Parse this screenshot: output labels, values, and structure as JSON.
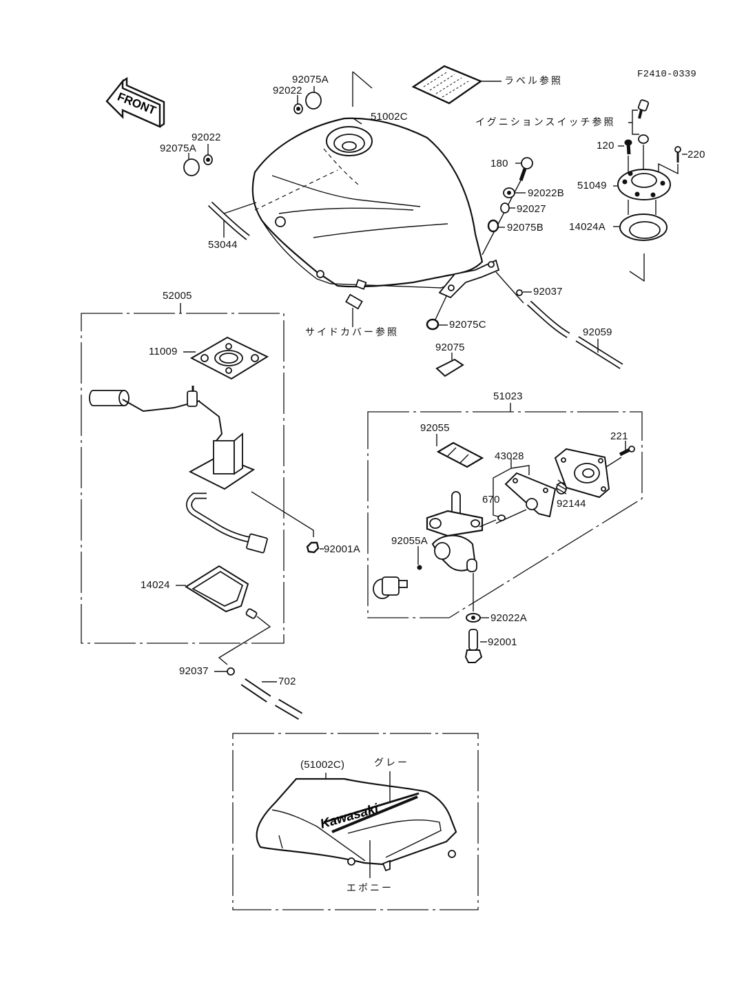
{
  "diagram": {
    "title": "Fuel Tank",
    "reference_code": "F2410-0339",
    "front_arrow_label": "FRONT",
    "notes": {
      "label_ref": "ラベル参照",
      "ignition_ref": "イグニションスイッチ参照",
      "side_cover_ref": "サイドカバー参照",
      "gray": "グレー",
      "ebony": "エボニー"
    },
    "brand_text": "Kawasaki",
    "parts": {
      "p92075A_top": "92075A",
      "p92022_top": "92022",
      "p92022_left": "92022",
      "p92075A_left": "92075A",
      "p51002C": "51002C",
      "p53044": "53044",
      "p180": "180",
      "p92022B": "92022B",
      "p92027": "92027",
      "p92075B": "92075B",
      "p120": "120",
      "p220": "220",
      "p51049": "51049",
      "p14024A": "14024A",
      "p92037_top": "92037",
      "p92075C": "92075C",
      "p92075": "92075",
      "p92059": "92059",
      "p52005": "52005",
      "p11009": "11009",
      "p92001A": "92001A",
      "p14024": "14024",
      "p92037_bottom": "92037",
      "p702": "702",
      "p51023": "51023",
      "p92055": "92055",
      "p43028": "43028",
      "p221": "221",
      "p670": "670",
      "p92144": "92144",
      "p92055A": "92055A",
      "p92022A": "92022A",
      "p92001": "92001",
      "p51002C_inset": "(51002C)"
    }
  }
}
